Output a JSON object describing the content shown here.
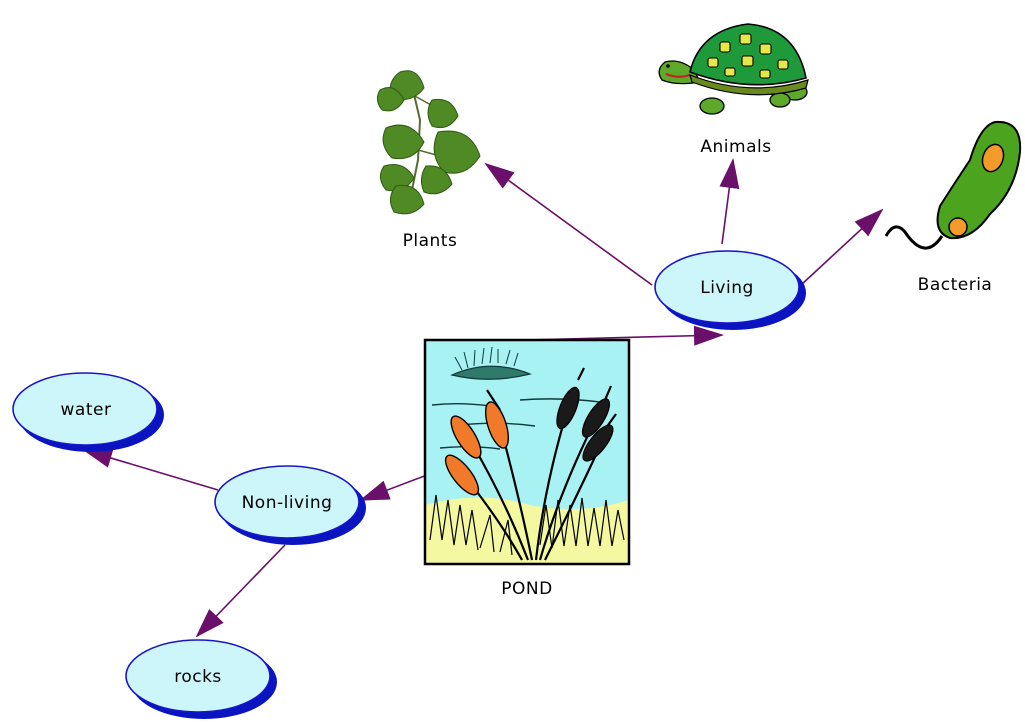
{
  "diagram": {
    "center": {
      "label": "POND"
    },
    "nodes": {
      "living": "Living",
      "non_living": "Non-living",
      "water": "water",
      "rocks": "rocks"
    },
    "images": {
      "plants": "Plants",
      "animals": "Animals",
      "bacteria": "Bacteria"
    },
    "colors": {
      "arrow": "#6a0f6a",
      "node_fill": "#cdf6fb",
      "node_border": "#1616c8",
      "node_shadow": "#0a14c0",
      "pond_sky": "#a8f2f4",
      "pond_ground": "#f4f8a0",
      "cattail_orange": "#f07a2a"
    }
  }
}
